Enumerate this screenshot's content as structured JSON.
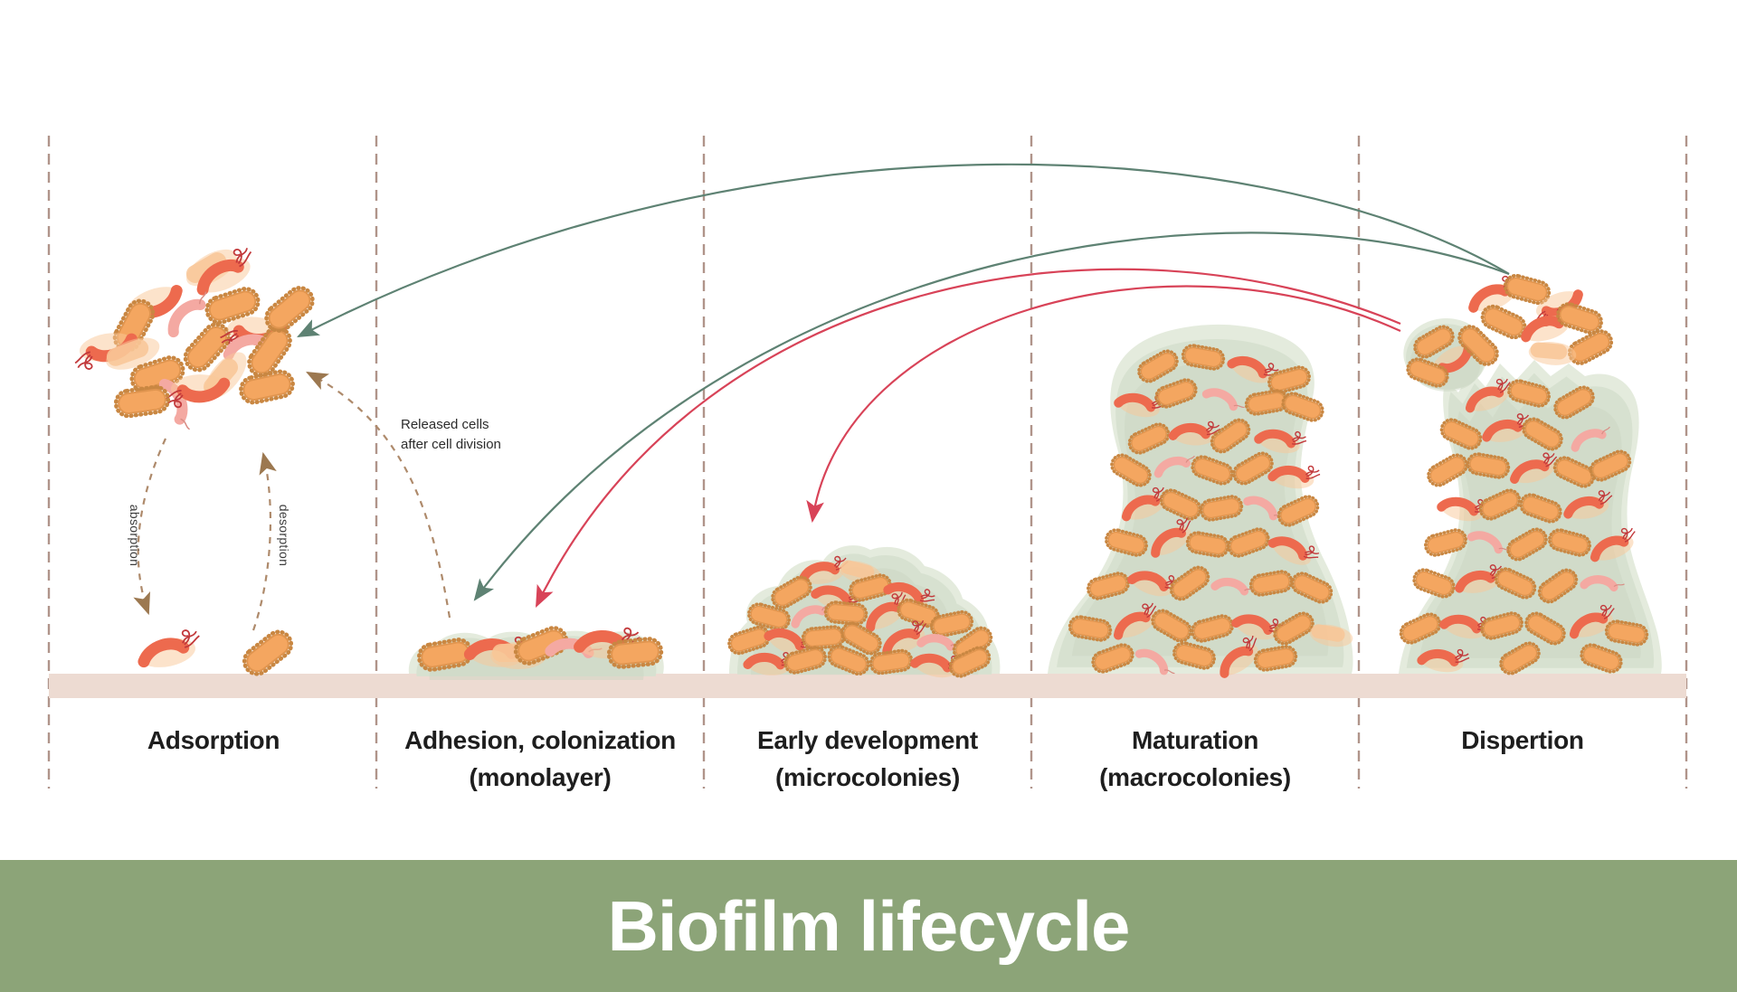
{
  "title": "Biofilm lifecycle",
  "stages": [
    {
      "line1": "Adsorption",
      "line2": ""
    },
    {
      "line1": "Adhesion, colonization",
      "line2": "(monolayer)"
    },
    {
      "line1": "Early development",
      "line2": "(microcolonies)"
    },
    {
      "line1": "Maturation",
      "line2": "(macrocolonies)"
    },
    {
      "line1": "Dispertion",
      "line2": ""
    }
  ],
  "annotations": {
    "absorption": "absorption",
    "desorption": "desorption",
    "released_line1": "Released cells",
    "released_line2": "after cell division"
  },
  "colors": {
    "background": "#FFFFFF",
    "title_bar": "#8CA478",
    "title_text": "#FFFFFF",
    "label_text": "#1E1E1E",
    "divider": "#B0948A",
    "surface": "#EDDBD2",
    "matrix_rim": "#E4EBDD",
    "matrix_fill": "#D7E1D0",
    "matrix_inner": "#C9D5C2",
    "rod_fill": "#F4A660",
    "rod_edge": "#E0954F",
    "rod_dots": "#C98742",
    "rod_pale": "#F8C696",
    "halo": "#F9C897",
    "vibrio_fill": "#ED6A4E",
    "flagella": "#C2393B",
    "pink_fill": "#F4A9A2",
    "pink_flagella": "#D98C84",
    "arrow_green": "#5E8273",
    "arrow_red": "#D84358",
    "arrow_brown": "#AE8A6B",
    "arrow_brown_head": "#9C7850"
  }
}
